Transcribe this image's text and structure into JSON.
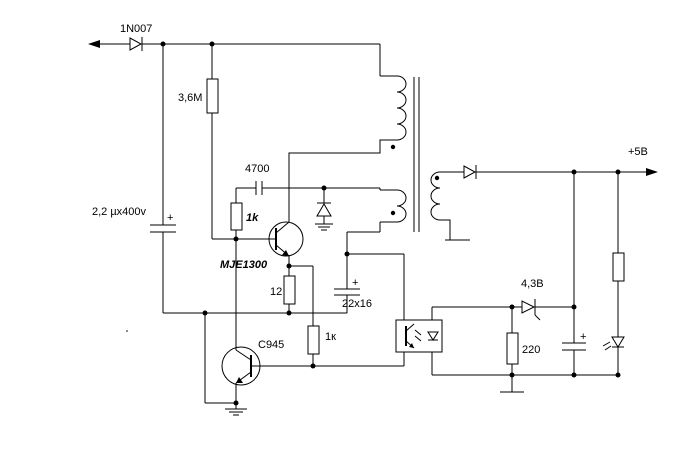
{
  "labels": {
    "diode_in": "1N007",
    "r_start": "3,6M",
    "c_4700": "4700",
    "r_1k_base": "1k",
    "c_input": "2,2 µx400v",
    "transistor_main": "MJE1300",
    "r_12": "12",
    "r_1k_emitter": "1к",
    "c_22x16": "22x16",
    "transistor_c945": "C945",
    "zener_43": "4,3B",
    "r_220": "220",
    "out_5v": "+5B",
    "plus_1": "+",
    "plus_2": "+",
    "plus_3": "+"
  },
  "icons": [
    "diode-icon",
    "resistor-icon",
    "capacitor-icon",
    "electrolytic-capacitor-icon",
    "npn-transistor-icon",
    "zener-diode-icon",
    "transformer-icon",
    "optocoupler-icon",
    "led-icon",
    "ground-icon",
    "arrow-icon"
  ]
}
